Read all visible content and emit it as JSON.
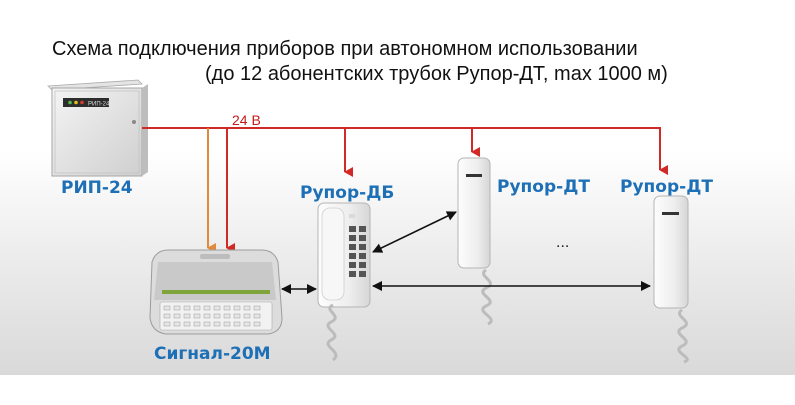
{
  "title": {
    "line1": "Схема подключения приборов при автономном использовании",
    "line2": "(до 12 абонентских трубок Рупор-ДТ, max 1000 м)"
  },
  "devices": {
    "power_supply": {
      "label": "РИП-24",
      "panel_text": "РИП-24"
    },
    "controller": {
      "label": "Сигнал-20М"
    },
    "base_station": {
      "label": "Рупор-ДБ"
    },
    "handset_1": {
      "label": "Рупор-ДТ"
    },
    "handset_2": {
      "label": "Рупор-ДТ"
    }
  },
  "power_line": {
    "label": "24 В"
  },
  "ellipsis": "...",
  "colors": {
    "power_wire": "#d12a26",
    "signal_wire": "#e38a3a",
    "link_arrow": "#111111",
    "label_text": "#1d6fb6"
  }
}
